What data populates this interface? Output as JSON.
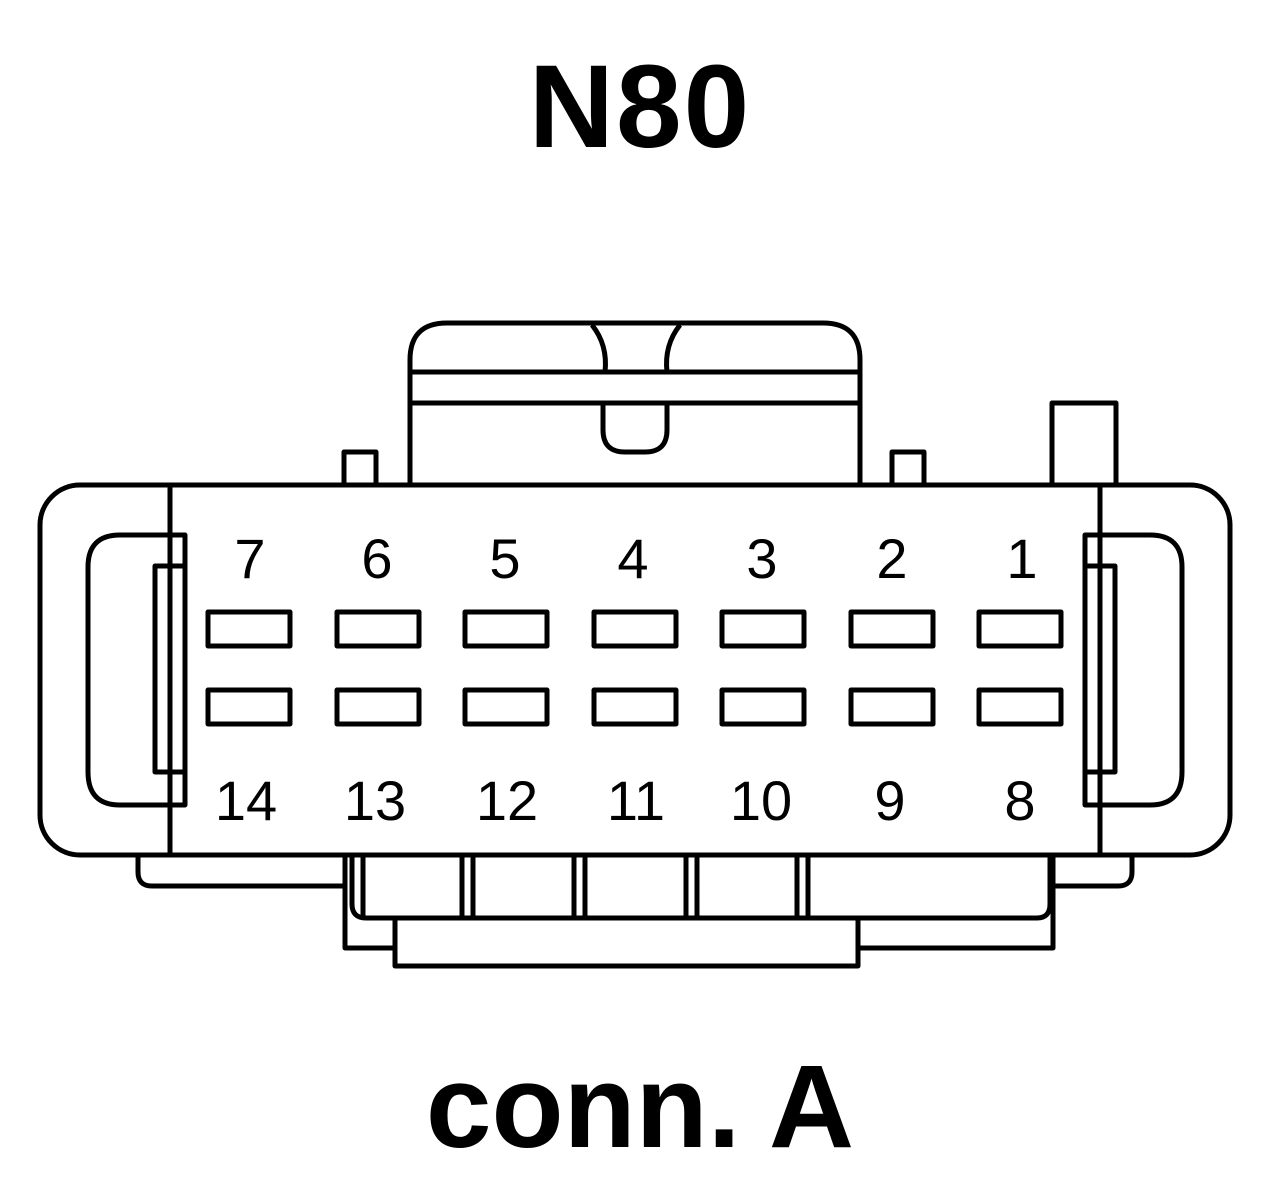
{
  "title": "N80",
  "subtitle": "conn. A",
  "colors": {
    "line": "#000000",
    "background": "#ffffff"
  },
  "pins_top": [
    "7",
    "6",
    "5",
    "4",
    "3",
    "2",
    "1"
  ],
  "pins_bottom": [
    "14",
    "13",
    "12",
    "11",
    "10",
    "9",
    "8"
  ]
}
